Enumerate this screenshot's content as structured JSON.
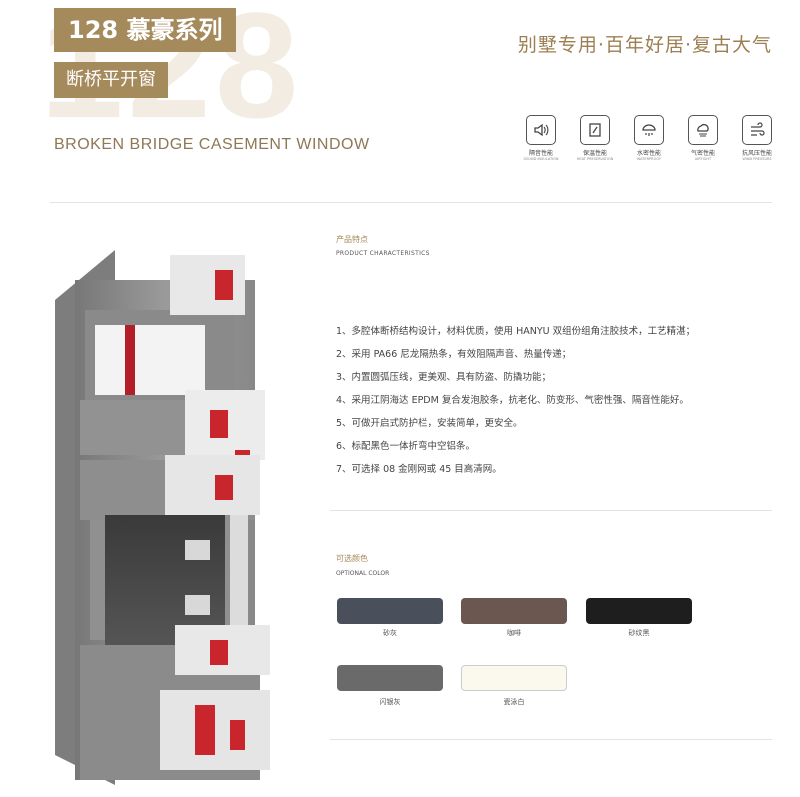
{
  "header": {
    "bg_number": "128",
    "series": "128 慕豪系列",
    "sub_title": "断桥平开窗",
    "english_title": "BROKEN BRIDGE  CASEMENT WINDOW",
    "slogan": "别墅专用·百年好居·复古大气"
  },
  "performance_icons": [
    {
      "icon": "sound-insulation-icon",
      "label": "隔音性能",
      "sub": "SOUND INSULATION"
    },
    {
      "icon": "heat-preservation-icon",
      "label": "保温性能",
      "sub": "HEAT PRESERVATION"
    },
    {
      "icon": "waterproof-icon",
      "label": "水密性能",
      "sub": "WATERPROOF"
    },
    {
      "icon": "airtight-icon",
      "label": "气密性能",
      "sub": "AIRTIGHT"
    },
    {
      "icon": "wind-pressure-icon",
      "label": "抗风压性能",
      "sub": "WIND PRESSURE"
    }
  ],
  "characteristics": {
    "title_cn": "产品特点",
    "title_en": "PRODUCT CHARACTERISTICS",
    "items": [
      "1、多腔体断桥结构设计，材料优质，使用 HANYU 双组份组角注胶技术，工艺精湛；",
      "2、采用 PA66 尼龙隔热条，有效阻隔声音、热量传递；",
      "3、内置圆弧压线，更美观、具有防盗、防撬功能；",
      "4、采用江阴海达 EPDM 复合发泡胶条，抗老化、防变形、气密性强、隔音性能好。",
      "5、可做开启式防护栏，安装简单，更安全。",
      "6、标配黑色一体折弯中空铝条。",
      "7、可选择 08 金刚网或 45 目高清网。"
    ]
  },
  "colors": {
    "title_cn": "可选颜色",
    "title_en": "OPTIONAL COLOR",
    "swatches": [
      {
        "name": "砂灰",
        "color": "#4a4f5c"
      },
      {
        "name": "咖啡",
        "color": "#6b5650"
      },
      {
        "name": "砂纹黑",
        "color": "#1e1e1e"
      },
      {
        "name": "闪银灰",
        "color": "#6a6a6a"
      },
      {
        "name": "瓷泳白",
        "color": "#fbf8ee"
      }
    ]
  }
}
